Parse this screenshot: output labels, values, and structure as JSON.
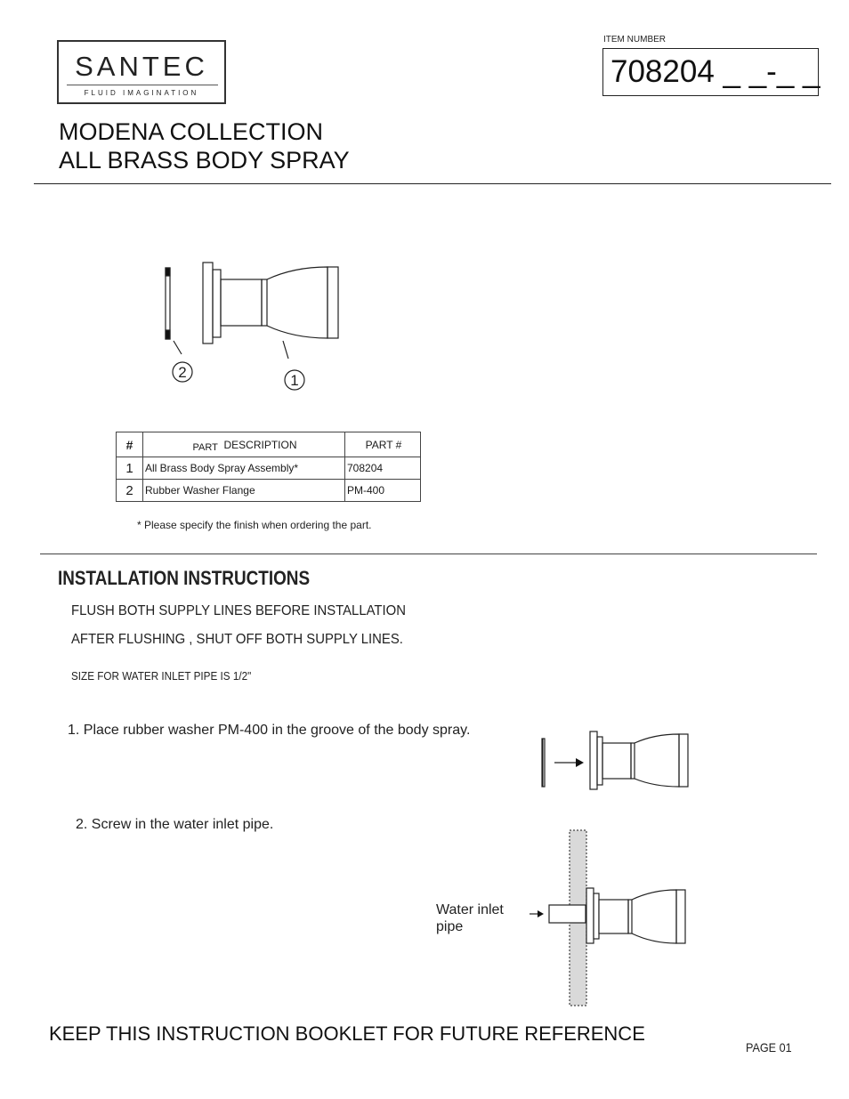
{
  "logo": {
    "name": "SANTEC",
    "tagline": "FLUID IMAGINATION"
  },
  "item": {
    "label": "ITEM NUMBER",
    "value": "708204 _ _-_ _"
  },
  "title": {
    "line1": "MODENA  COLLECTION",
    "line2": "ALL BRASS BODY SPRAY"
  },
  "diagram": {
    "callouts": [
      "2",
      "1"
    ]
  },
  "parts_table": {
    "headers": {
      "num": "#",
      "desc_prefix": "PART",
      "desc": "DESCRIPTION",
      "part": "PART #"
    },
    "rows": [
      {
        "num": "1",
        "desc": "All Brass Body Spray  Assembly*",
        "part": "708204"
      },
      {
        "num": "2",
        "desc": "Rubber Washer Flange",
        "part": "PM-400"
      }
    ],
    "footnote": "* Please specify the finish when ordering the part."
  },
  "instructions": {
    "title": "INSTALLATION INSTRUCTIONS",
    "line1": "FLUSH BOTH SUPPLY LINES BEFORE INSTALLATION",
    "line2": "AFTER FLUSHING , SHUT OFF BOTH SUPPLY LINES.",
    "size_note": "SIZE FOR WATER INLET PIPE IS 1/2\"",
    "step1": "1. Place rubber washer PM-400 in the groove of the body spray.",
    "step2": "2. Screw in the water inlet pipe.",
    "pipe_label_line1": "Water inlet",
    "pipe_label_line2": "pipe"
  },
  "footer": {
    "keep": "KEEP THIS INSTRUCTION BOOKLET FOR FUTURE REFERENCE",
    "page": "PAGE 01"
  }
}
